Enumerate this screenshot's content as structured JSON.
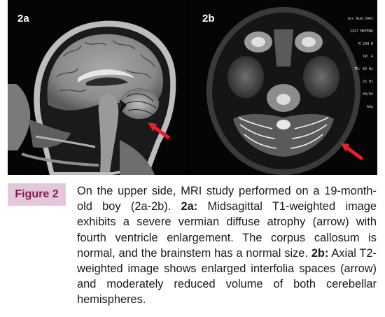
{
  "panels": [
    {
      "label": "2a"
    },
    {
      "label": "2b",
      "overlay_text": [
        "Acc Num:3041",
        "2327 MRFENO",
        "M 29H B",
        "1W: 4",
        "TR: 60 Hz",
        "2S Hz",
        "09/04",
        "Abq"
      ]
    }
  ],
  "figure_label": "Figure 2",
  "caption": {
    "part1": "On the upper side, MRI study performed on a 19-month-old boy (2a-2b). ",
    "label_a": "2a:",
    "part2": " Midsagittal T1-weighted image exhibits a severe vermian diffuse atrophy (arrow) with fourth ventricle enlargement. The corpus callosum is normal, and the brainstem has a normal size. ",
    "label_b": "2b:",
    "part3": " Axial T2-weighted image shows enlarged interfolia spaces (arrow) and moderately reduced volume of both cerebellar hemispheres."
  },
  "colors": {
    "figure_label_bg": "#e5c7dc",
    "figure_label_text": "#7c1b4d",
    "arrow": "#e8202a"
  }
}
